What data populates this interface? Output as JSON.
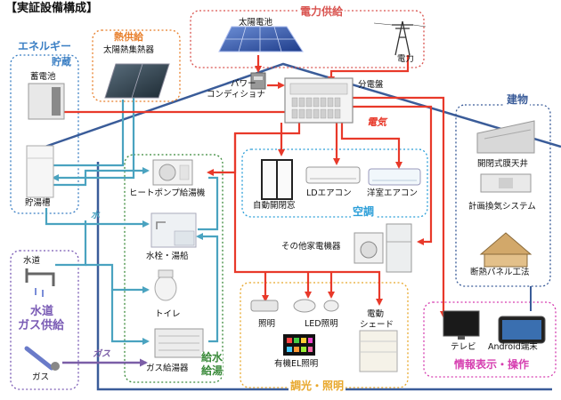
{
  "title": "【実証設備構成】",
  "groups": {
    "power_supply": "電力供給",
    "heat_supply": "熱供給",
    "energy_storage_1": "エネルギー",
    "energy_storage_2": "貯蔵",
    "building": "建物",
    "aircon": "空調",
    "water_gas_1": "水道",
    "water_gas_2": "ガス供給",
    "hot_water_1": "給水",
    "hot_water_2": "給湯",
    "lighting": "調光・照明",
    "info": "情報表示・操作"
  },
  "labels": {
    "solar_panel": "太陽電池",
    "grid_power": "電力",
    "power_conditioner_1": "パワー",
    "power_conditioner_2": "コンディショナ",
    "distribution_board": "分電盤",
    "electricity": "電気",
    "solar_collector": "太陽熱集熱器",
    "battery": "蓄電池",
    "storage_tank": "貯湯槽",
    "heat_pump": "ヒートポンプ給湯機",
    "faucet_bath": "水栓・湯船",
    "toilet": "トイレ",
    "gas_heater": "ガス給湯器",
    "water_line": "水",
    "gas_line": "ガス",
    "water_source": "水道",
    "gas_source": "ガス",
    "auto_window": "自動開閉窓",
    "ld_aircon": "LDエアコン",
    "western_aircon": "洋室エアコン",
    "other_appliances": "その他家電機器",
    "lighting": "照明",
    "led_lighting": "LED照明",
    "organic_el": "有機EL照明",
    "electric_shade_1": "電動",
    "electric_shade_2": "シェード",
    "openable_ceiling": "開閉式膜天井",
    "ventilation": "計画換気システム",
    "insulation_panel": "断熱パネル工法",
    "tv": "テレビ",
    "android_terminal": "Android端末"
  },
  "colors": {
    "electric": "#e8392a",
    "water": "#4aa3c0",
    "gas": "#7b5ea7",
    "house": "#3a5c99",
    "power_group": "#d9534f",
    "heat_group": "#e87f2b",
    "storage_group": "#3b7fc4",
    "water_group": "#7a5bb5",
    "hot_water_group": "#3a8a3a",
    "aircon_group": "#2b9ed8",
    "lighting_group": "#e8a72b",
    "info_group": "#d63fb0"
  }
}
